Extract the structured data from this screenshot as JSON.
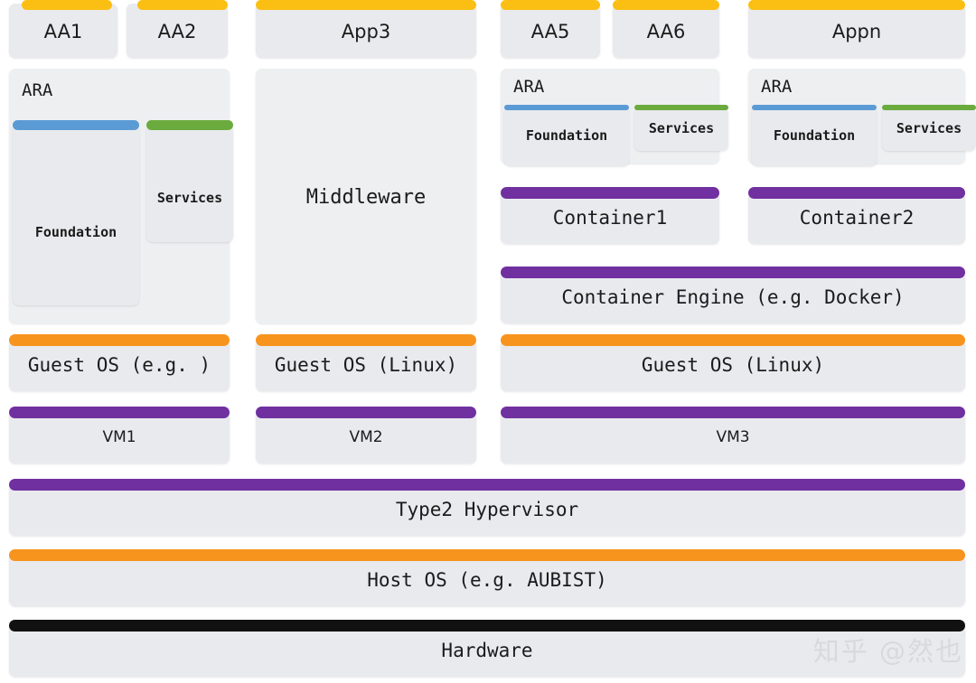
{
  "diagram": {
    "title": "Type2 Hypervisor virtualization and container architecture stack",
    "watermark": "知乎 @然也",
    "colors": {
      "app_accent": "#fbbf14",
      "foundation_accent": "#5b9bd5",
      "services_accent": "#6bab3e",
      "os_accent": "#f7941e",
      "vm_accent": "#7030a0",
      "hardware_accent": "#111111",
      "box_fill": "#e9eaee",
      "panel_fill": "#eeeff1",
      "text": "#1b1b1b"
    },
    "apps": [
      {
        "label": "AA1"
      },
      {
        "label": "AA2"
      },
      {
        "label": "App3"
      },
      {
        "label": "AA5"
      },
      {
        "label": "AA6"
      },
      {
        "label": "Appn"
      }
    ],
    "ara_blocks": [
      {
        "title": "ARA",
        "foundation": "Foundation",
        "services": "Services"
      },
      {
        "title": "ARA",
        "foundation": "Foundation",
        "services": "Services"
      },
      {
        "title": "ARA",
        "foundation": "Foundation",
        "services": "Services"
      }
    ],
    "middleware": {
      "label": "Middleware"
    },
    "containers": [
      {
        "label": "Container1"
      },
      {
        "label": "Container2"
      }
    ],
    "container_engine": {
      "label": "Container Engine (e.g. Docker)"
    },
    "guest_os": [
      {
        "label": "Guest OS (e.g. )"
      },
      {
        "label": "Guest OS (Linux)"
      },
      {
        "label": "Guest OS (Linux)"
      }
    ],
    "vms": [
      {
        "label": "VM1"
      },
      {
        "label": "VM2"
      },
      {
        "label": "VM3"
      }
    ],
    "hypervisor": {
      "label": "Type2 Hypervisor"
    },
    "host_os": {
      "label": "Host OS (e.g. AUBIST)"
    },
    "hardware": {
      "label": "Hardware"
    }
  }
}
